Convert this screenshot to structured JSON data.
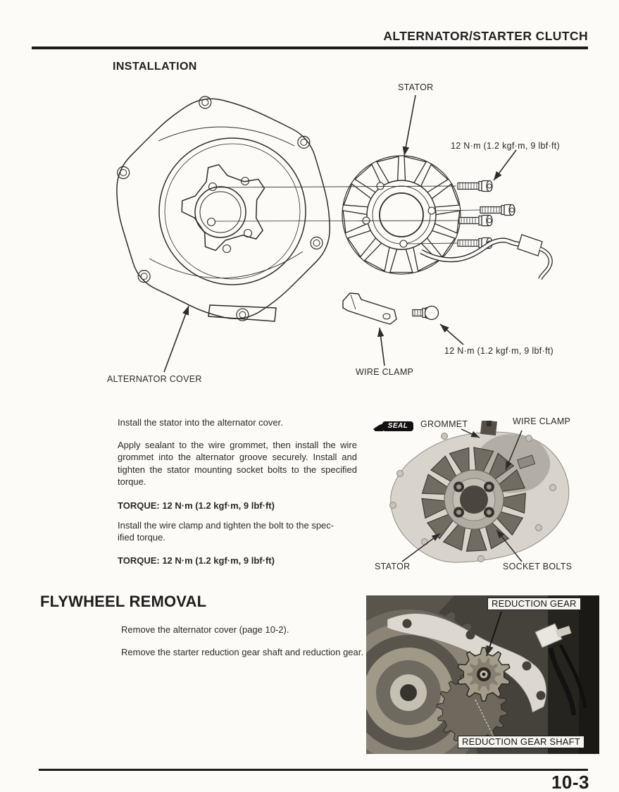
{
  "header": {
    "title": "ALTERNATOR/STARTER CLUTCH"
  },
  "installation": {
    "heading": "INSTALLATION",
    "diagram": {
      "stator_label": "STATOR",
      "torque_upper": "12 N·m (1.2 kgf·m, 9 lbf·ft)",
      "torque_lower": "12 N·m (1.2 kgf·m, 9 lbf·ft)",
      "wire_clamp_label": "WIRE CLAMP",
      "alternator_cover_label": "ALTERNATOR COVER"
    },
    "steps": {
      "p1": "Install the stator into the alternator cover.",
      "p2": "Apply sealant to the wire grommet, then install the wire grommet into the alternator groove securely. Install and tighten the stator mounting socket bolts to the specified torque.",
      "torque1": "TORQUE: 12 N·m (1.2 kgf·m, 9 lbf·ft)",
      "p3_line1": "Install the wire clamp and tighten the bolt to the spec-",
      "p3_line2": "ified torque.",
      "torque2": "TORQUE: 12 N·m (1.2 kgf·m, 9 lbf·ft)"
    },
    "photo": {
      "seal_badge": "SEAL",
      "grommet_label": "GROMMET",
      "wire_clamp_label": "WIRE CLAMP",
      "stator_label": "STATOR",
      "socket_bolts_label": "SOCKET BOLTS"
    }
  },
  "flywheel": {
    "heading": "FLYWHEEL REMOVAL",
    "p1": "Remove the alternator cover (page 10-2).",
    "p2": "Remove the starter reduction gear shaft and reduction gear.",
    "photo": {
      "reduction_gear_label": "REDUCTION GEAR",
      "reduction_gear_shaft_label": "REDUCTION GEAR SHAFT"
    }
  },
  "footer": {
    "page_number": "10-3"
  },
  "colors": {
    "ink": "#2e2c29",
    "paper": "#fcfbf8"
  }
}
